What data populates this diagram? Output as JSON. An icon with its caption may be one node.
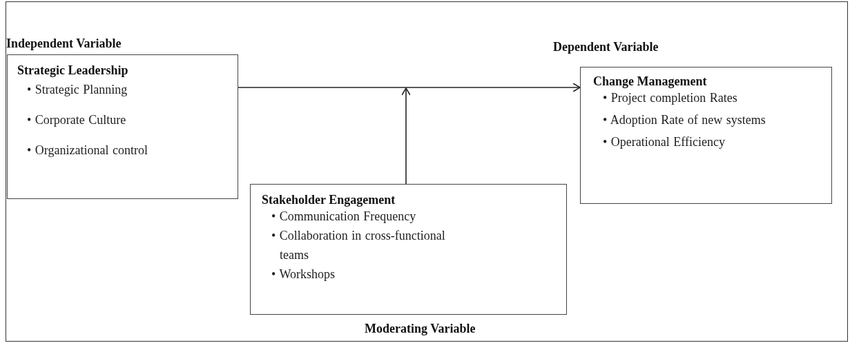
{
  "diagram": {
    "nodes": [
      {
        "text": [
          "Independent Variable",
          "Strategic Leadership",
          "• Strategic Planning",
          "• Corporate Culture",
          "• Organizational control"
        ]
      },
      {
        "text": [
          "Moderating Variable",
          "Stakeholder Engagement",
          "• Communication Frequency",
          "• Collaboration in cross-functional teams",
          "• Workshops"
        ]
      },
      {
        "text": [
          "Dependent Variable",
          "Change Management",
          "• Project completion Rates",
          "• Adoption Rate of new systems",
          "• Operational Efficiency"
        ]
      }
    ],
    "edges": [
      {
        "from": 0,
        "to": 2,
        "arrow": "to"
      },
      {
        "from": 1,
        "to": null,
        "arrow": "to"
      }
    ]
  }
}
